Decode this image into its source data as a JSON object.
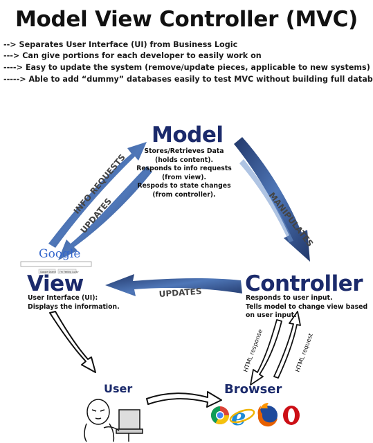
{
  "title": "Model View Controller (MVC)",
  "bullets": [
    "--> Separates User Interface (UI) from Business Logic",
    "---> Can give portions for each developer to easily work on",
    "----> Easy to update the system (remove/update pieces, applicable to new systems)",
    "-----> Able to add “dummy” databases easily to test MVC without building full database"
  ],
  "model": {
    "title": "Model",
    "desc": [
      "Stores/Retrieves Data",
      "(holds content).",
      "Responds to info requests",
      "(from view).",
      "Respods to state changes",
      "(from controller)."
    ]
  },
  "view": {
    "title": "View",
    "desc": [
      "User Interface (UI):",
      "Displays the information."
    ]
  },
  "controller": {
    "title": "Controller",
    "desc": [
      "Responds to user input.",
      "Tells model to change view based",
      "on user input."
    ]
  },
  "user": {
    "title": "User"
  },
  "browser": {
    "title": "Browser"
  },
  "arrows": {
    "info_requests": "INFO REQUESTS",
    "updates_model_view": "UPDATES",
    "manipulates": "MANIPULATES",
    "updates_controller_view": "UPDATES",
    "html_response": "HTML response",
    "html_request": "HTML request"
  },
  "google": {
    "logo": "Google",
    "button1": "Google Search",
    "button2": "I'm Feeling Lucky"
  },
  "colors": {
    "arrow_blue": "#2e4a7f",
    "title_blue": "#1b2a6b"
  },
  "icons": [
    "chrome-icon",
    "internet-explorer-icon",
    "firefox-icon",
    "opera-icon",
    "user-at-computer-icon"
  ]
}
